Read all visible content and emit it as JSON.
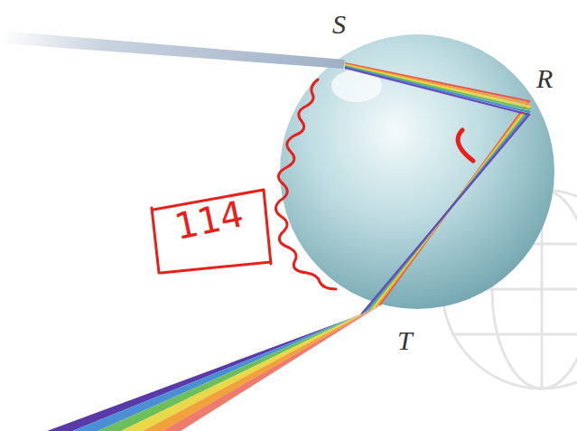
{
  "diagram": {
    "labels": [
      "S",
      "R",
      "T",
      "114"
    ]
  }
}
